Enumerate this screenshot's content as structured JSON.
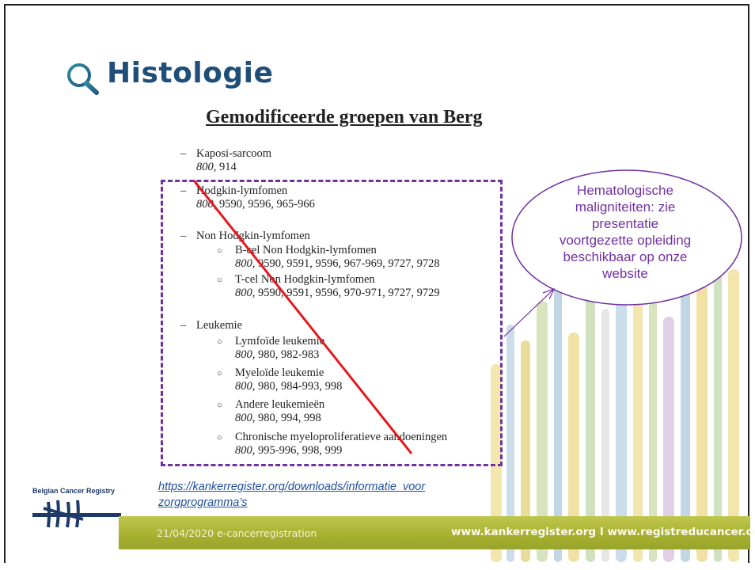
{
  "slide": {
    "title": "Histologie",
    "title_icon": "magnifier-icon"
  },
  "document": {
    "heading": "Gemodificeerde groepen van Berg",
    "groups": [
      {
        "label": "Kaposi-sarcoom",
        "code_italic": "800,",
        "code_rest": " 914"
      },
      {
        "label": "Hodgkin-lymfomen",
        "code_italic": "800",
        "code_rest": ", 9590, 9596, 965-966"
      },
      {
        "label": "Non Hodgkin-lymfomen",
        "subs": [
          {
            "label": "B-cel Non Hodgkin-lymfomen",
            "code_italic": "800",
            "code_rest": ", 9590, 9591, 9596, 967-969, 9727, 9728"
          },
          {
            "label": "T-cel Non Hodgkin-lymfomen",
            "code_italic": "800",
            "code_rest": ", 9590, 9591, 9596, 970-971, 9727, 9729"
          }
        ]
      },
      {
        "label": "Leukemie",
        "subs": [
          {
            "label": "Lymfoïde leukemie",
            "code_italic": "800",
            "code_rest": ", 980, 982-983"
          },
          {
            "label": "Myeloïde leukemie",
            "code_italic": "800",
            "code_rest": ", 980, 984-993, 998"
          },
          {
            "label": "Andere leukemieën",
            "code_italic": "800",
            "code_rest": ", 980, 994, 998"
          },
          {
            "label": "Chronische myeloproliferatieve aandoeningen",
            "code_italic": "800",
            "code_rest": ", 995-996, 998, 999"
          }
        ]
      }
    ],
    "dash": "–",
    "bullet": "○"
  },
  "callout": {
    "lines": [
      "Hematologische",
      "maligniteiten: zie",
      "presentatie",
      "voortgezette opleiding",
      "beschikbaar op onze",
      "website"
    ],
    "color": "#7030a0"
  },
  "link": {
    "line1": "https://kankerregister.org/downloads/informatie_voor",
    "line2": "zorgprogramma’s"
  },
  "logo": {
    "name": "Belgian Cancer Registry",
    "icon": "hand-tally-logo-icon"
  },
  "footer": {
    "date_label": "21/04/2020  e-cancerregistration",
    "sites": "www.kankerregister.org  I  www.registreducancer.org"
  },
  "colors": {
    "title": "#1f4e79",
    "accent_purple": "#7030a0",
    "strike_red": "#e4181f",
    "footer_green": "#a6b02f"
  }
}
